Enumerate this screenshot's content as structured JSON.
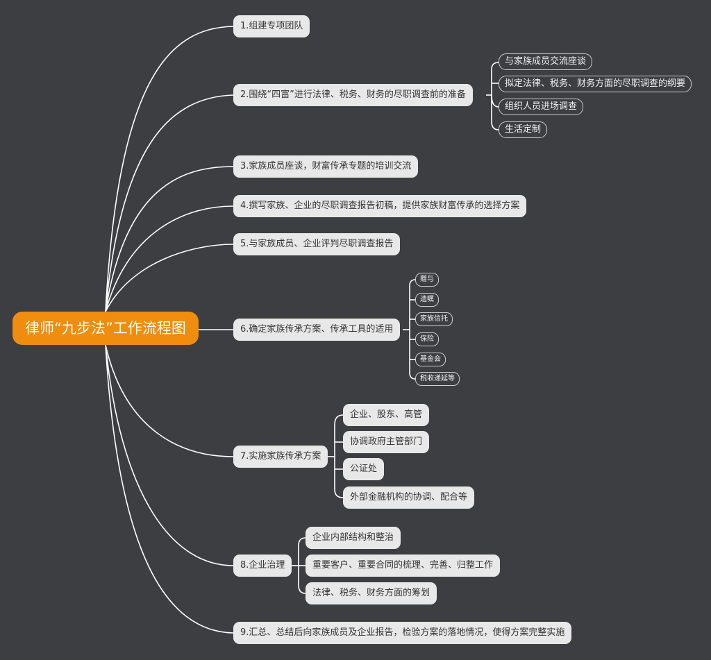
{
  "root": "律师“九步法”工作流程图",
  "steps": [
    {
      "label": "1.组建专项团队"
    },
    {
      "label": "2.围绕“四富”进行法律、税务、财务的尽职调查前的准备",
      "children": [
        "与家族成员交流座谈",
        "拟定法律、税务、财务方面的尽职调查的纲要",
        "组织人员进场调查",
        "生活定制"
      ]
    },
    {
      "label": "3.家族成员座谈，财富传承专题的培训交流"
    },
    {
      "label": "4.撰写家族、企业的尽职调查报告初稿，提供家族财富传承的选择方案"
    },
    {
      "label": "5.与家族成员、企业评判尽职调查报告"
    },
    {
      "label": "6.确定家族传承方案、传承工具的适用",
      "children": [
        "赠与",
        "遗嘱",
        "家族信托",
        "保险",
        "基金会",
        "税收递延等"
      ]
    },
    {
      "label": "7.实施家族传承方案",
      "children": [
        "企业、股东、高管",
        "协调政府主管部门",
        "公证处",
        "外部金融机构的协调、配合等"
      ]
    },
    {
      "label": "8.企业治理",
      "children": [
        "企业内部结构和整治",
        "重要客户、重要合同的梳理、完善、归整工作",
        "法律、税务、财务方面的筹划"
      ]
    },
    {
      "label": "9.汇总、总结后向家族成员及企业报告，检验方案的落地情况，使得方案完整实施"
    }
  ],
  "colors": {
    "background": "#3d3e42",
    "root": "#f08c0e",
    "node": "#e8e8e8",
    "line": "#ffffff"
  }
}
